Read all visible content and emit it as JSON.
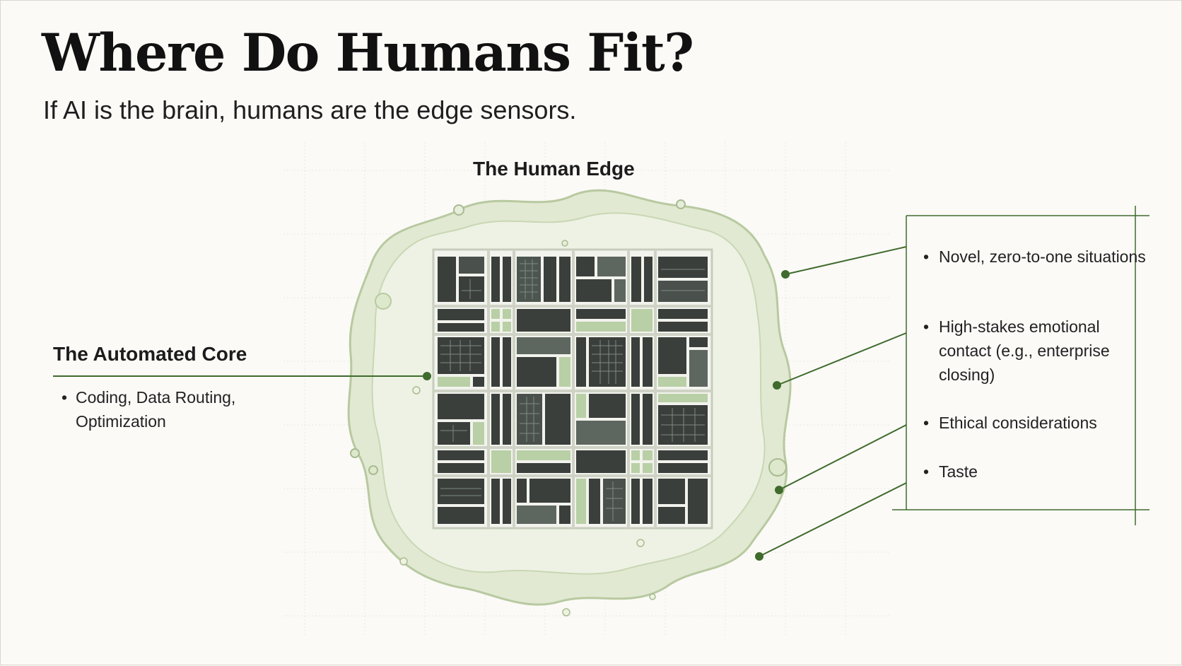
{
  "slide": {
    "title": "Where Do Humans Fit?",
    "subtitle": "If AI is the brain, humans are the edge sensors."
  },
  "diagram": {
    "edge_label": "The Human Edge",
    "core": {
      "title": "The Automated Core",
      "items": [
        "Coding, Data Routing, Optimization"
      ]
    },
    "edge_items": [
      "Novel, zero-to-one situations",
      "High-stakes emotional contact (e.g., enterprise closing)",
      "Ethical considerations",
      "Taste"
    ]
  },
  "colors": {
    "background": "#fbfaf7",
    "accent_green": "#3f6b2d",
    "core_dark": "#3a3f3c",
    "core_mid": "#5e6660",
    "core_light": "#b9cfa6",
    "edge_fill": "#dfe8cf",
    "edge_stroke": "#b8c9a0"
  }
}
